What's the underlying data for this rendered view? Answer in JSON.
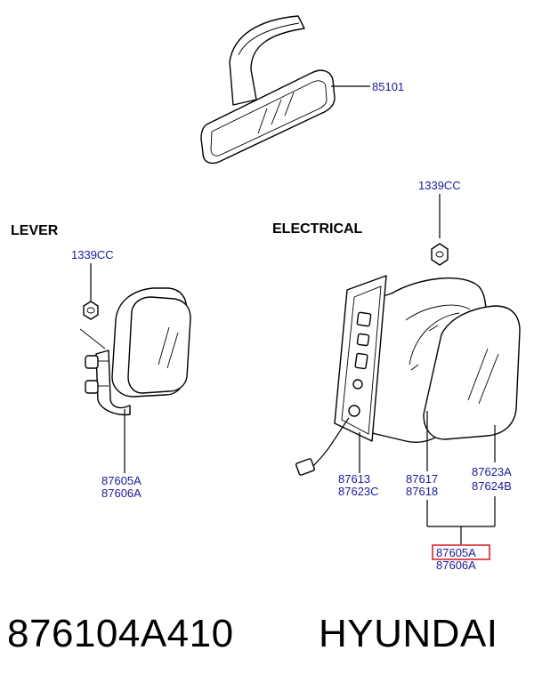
{
  "sections": {
    "lever": "LEVER",
    "electrical": "ELECTRICAL"
  },
  "labels": {
    "rear_view_mirror": "85101",
    "nut_electrical": "1339CC",
    "nut_lever": "1339CC",
    "lever_mirror_left": "87605A",
    "lever_mirror_right": "87606A",
    "harness_1": "87613",
    "harness_2": "87623C",
    "glass_1": "87617",
    "glass_2": "87618",
    "housing_1": "87623A",
    "housing_2": "87624B",
    "assy_left": "87605A",
    "assy_right": "87606A"
  },
  "highlight_color": "#d9232e",
  "label_color": "#1a1a9c",
  "caption": {
    "part_number": "876104A410",
    "brand": "HYUNDAI"
  }
}
